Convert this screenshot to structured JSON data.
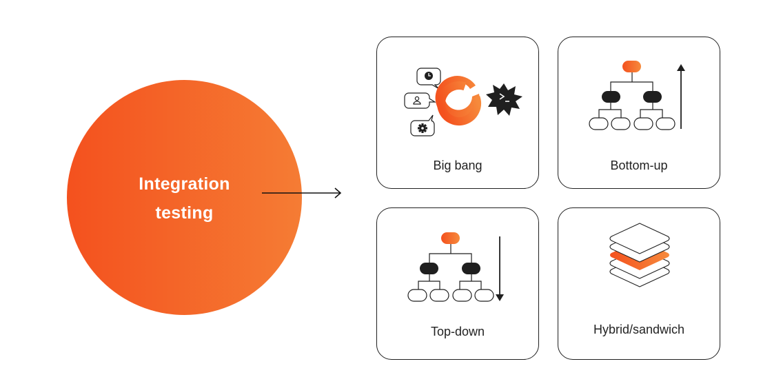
{
  "central_node": {
    "line1": "Integration",
    "line2": "testing",
    "gradient_start": "#F4511E",
    "gradient_end": "#F57C34"
  },
  "cards": [
    {
      "label": "Big bang",
      "icon": "big-bang-icon"
    },
    {
      "label": "Bottom-up",
      "icon": "bottom-up-tree-icon"
    },
    {
      "label": "Top-down",
      "icon": "top-down-tree-icon"
    },
    {
      "label": "Hybrid/sandwich",
      "icon": "layer-stack-icon"
    }
  ],
  "colors": {
    "accent": "#F4511E",
    "dark": "#1f1f1f",
    "border": "#1f1f1f"
  }
}
